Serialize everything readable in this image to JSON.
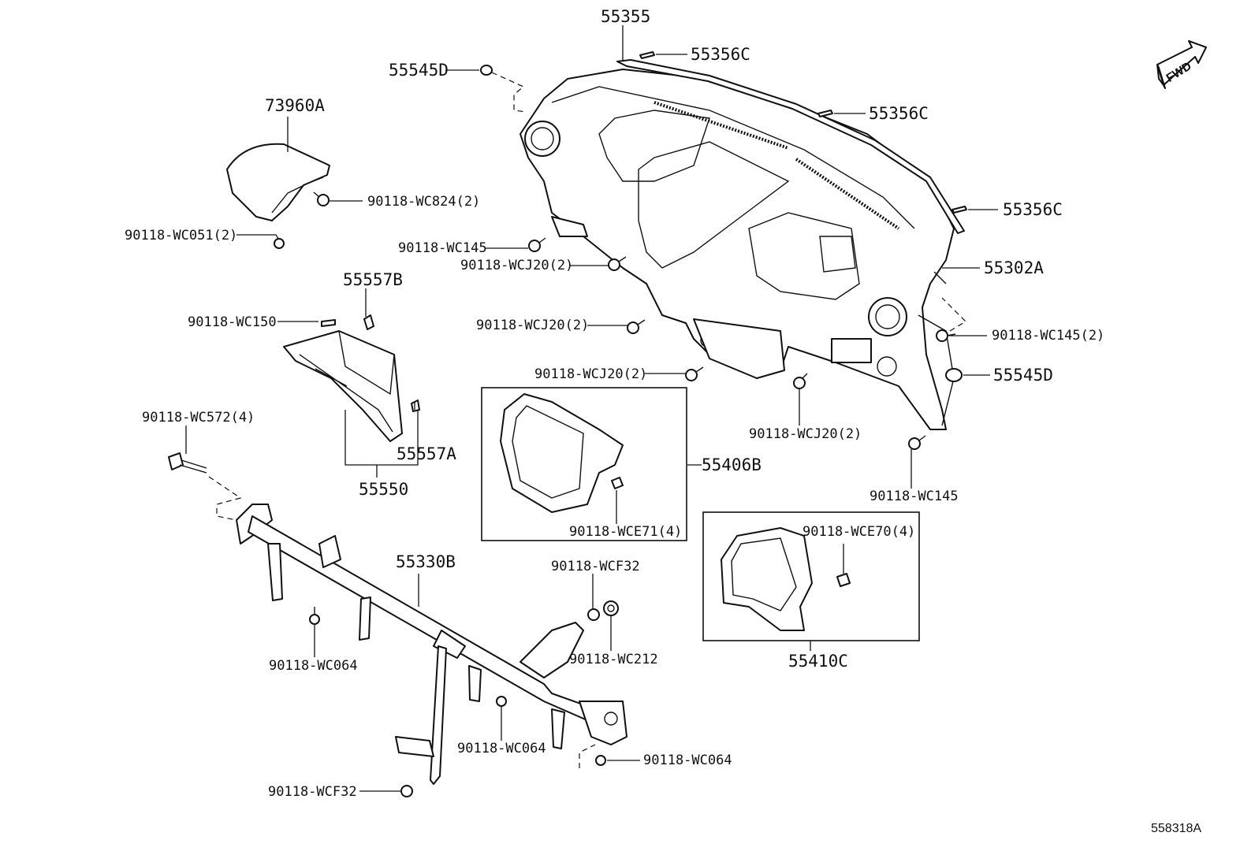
{
  "fwd": "FWD",
  "diagram_id": "558318A",
  "labels": {
    "p55355": "55355",
    "p55356c_1": "55356C",
    "p55356c_2": "55356C",
    "p55356c_3": "55356C",
    "p55545d_1": "55545D",
    "p55545d_2": "55545D",
    "p73960a": "73960A",
    "s_wc824": "90118-WC824(2)",
    "s_wc051": "90118-WC051(2)",
    "s_wc145_1": "90118-WC145",
    "s_wcj20_1": "90118-WCJ20(2)",
    "p55302a": "55302A",
    "p55557b": "55557B",
    "s_wc150": "90118-WC150",
    "s_wcj20_2": "90118-WCJ20(2)",
    "s_wc145_2": "90118-WC145(2)",
    "s_wcj20_3": "90118-WCJ20(2)",
    "s_wc572": "90118-WC572(4)",
    "p55557a": "55557A",
    "p55550": "55550",
    "s_wcj20_4": "90118-WCJ20(2)",
    "p55406b": "55406B",
    "s_wc145_3": "90118-WC145",
    "s_wce71": "90118-WCE71(4)",
    "s_wce70": "90118-WCE70(4)",
    "p55330b": "55330B",
    "s_wcf32_1": "90118-WCF32",
    "s_wc212": "90118-WC212",
    "s_wc064_1": "90118-WC064",
    "p55410c": "55410C",
    "s_wc064_2": "90118-WC064",
    "s_wc064_3": "90118-WC064",
    "s_wcf32_2": "90118-WCF32"
  }
}
